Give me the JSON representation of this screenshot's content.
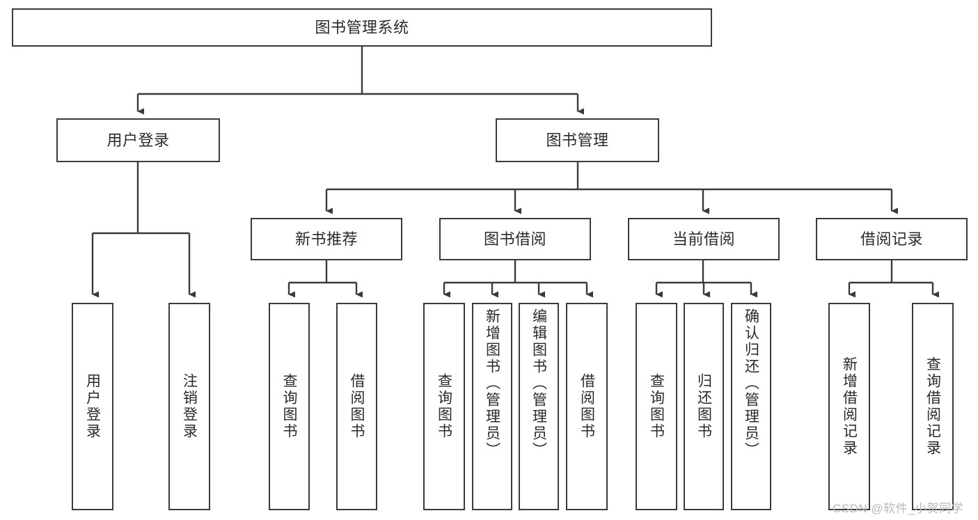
{
  "diagram": {
    "type": "tree-hierarchy",
    "title": "图书管理系统",
    "watermark": "CSDN @软件_小贺同学",
    "colors": {
      "box_border": "#3a3a3a",
      "connector": "#3a3a3a",
      "text": "#2a2a2a",
      "background": "#ffffff",
      "watermark": "#b9b9b9"
    },
    "root": {
      "label": "图书管理系统"
    },
    "level2": [
      {
        "label": "用户登录"
      },
      {
        "label": "图书管理"
      }
    ],
    "level3": [
      {
        "label": "新书推荐"
      },
      {
        "label": "图书借阅"
      },
      {
        "label": "当前借阅"
      },
      {
        "label": "借阅记录"
      }
    ],
    "leaves": {
      "user_login": [
        {
          "label": "用户登录"
        },
        {
          "label": "注销登录"
        }
      ],
      "new_book_recommend": [
        {
          "label": "查询图书"
        },
        {
          "label": "借阅图书"
        }
      ],
      "book_borrow": [
        {
          "label": "查询图书"
        },
        {
          "label": "新增图书（管理员）"
        },
        {
          "label": "编辑图书（管理员）"
        },
        {
          "label": "借阅图书"
        }
      ],
      "current_borrow": [
        {
          "label": "查询图书"
        },
        {
          "label": "归还图书"
        },
        {
          "label": "确认归还（管理员）"
        }
      ],
      "borrow_record": [
        {
          "label": "新增借阅记录"
        },
        {
          "label": "查询借阅记录"
        }
      ]
    }
  }
}
